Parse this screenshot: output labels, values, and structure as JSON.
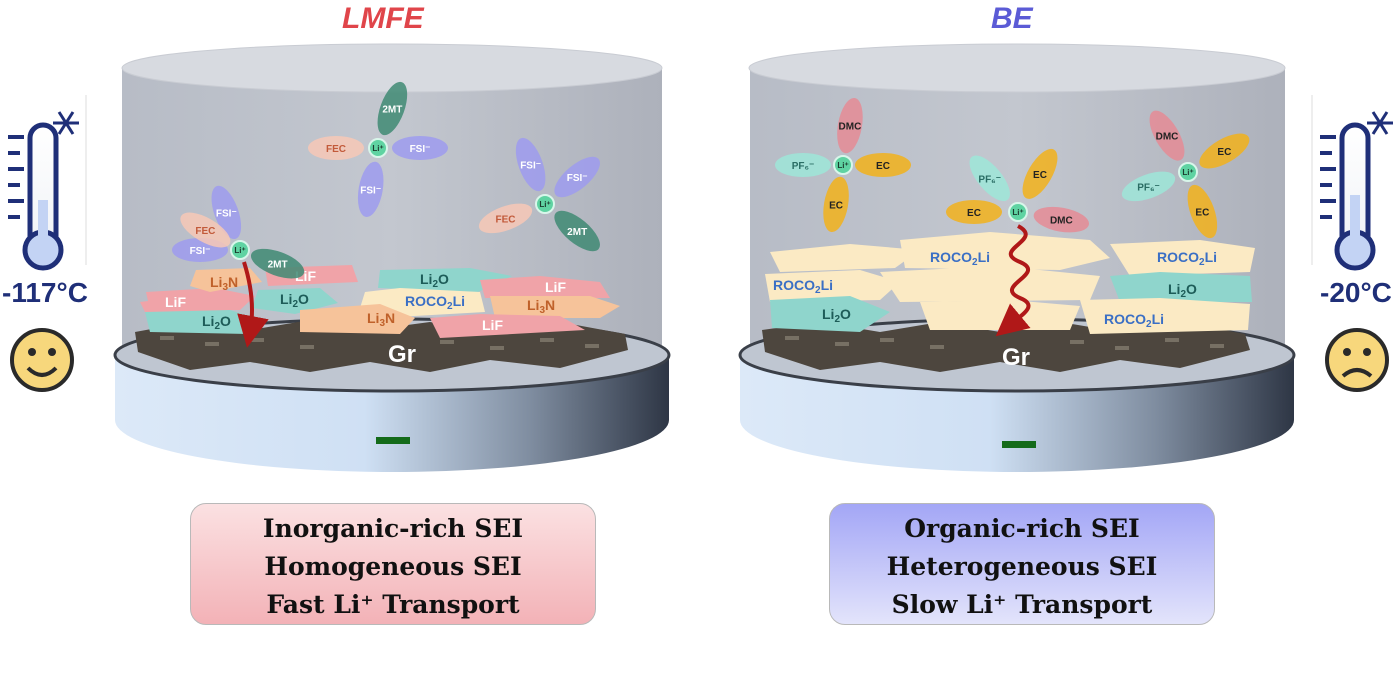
{
  "left_panel": {
    "title": "LMFE",
    "title_color": "#e0454a",
    "temperature": "-117°C",
    "mood": "happy",
    "electrode_label": "Gr",
    "solvation": [
      {
        "center": "Li⁺",
        "ligands": [
          "FEC",
          "2MT",
          "FSI⁻",
          "FSI⁻"
        ]
      },
      {
        "center": "Li⁺",
        "ligands": [
          "FSI⁻",
          "2MT",
          "FSI⁻",
          "FEC"
        ]
      },
      {
        "center": "Li⁺",
        "ligands": [
          "FSI⁻",
          "FSI⁻",
          "2MT",
          "FEC"
        ]
      }
    ],
    "sei_species": [
      "Li3N",
      "LiF",
      "Li2O",
      "LiF",
      "LiF",
      "Li2O",
      "ROCO2Li",
      "Li3N",
      "Li2O",
      "Li3N",
      "LiF"
    ],
    "captions": [
      "Inorganic-rich SEI",
      "Homogeneous SEI",
      "Fast Li⁺ Transport"
    ]
  },
  "right_panel": {
    "title": "BE",
    "title_color": "#5b5bd6",
    "temperature": "-20°C",
    "mood": "sad",
    "electrode_label": "Gr",
    "solvation": [
      {
        "center": "Li⁺",
        "ligands": [
          "DMC",
          "PF₆⁻",
          "EC",
          "EC"
        ]
      },
      {
        "center": "Li⁺",
        "ligands": [
          "PF₆⁻",
          "EC",
          "DMC",
          "EC"
        ]
      },
      {
        "center": "Li⁺",
        "ligands": [
          "DMC",
          "EC",
          "PF₆⁻",
          "EC"
        ]
      }
    ],
    "sei_species": [
      "ROCO2Li",
      "ROCO2Li",
      "ROCO2Li",
      "Li2O",
      "Li2O",
      "ROCO2Li"
    ],
    "captions": [
      "Organic-rich SEI",
      "Heterogeneous SEI",
      "Slow Li⁺ Transport"
    ]
  },
  "colors": {
    "lif": "#f0a3a8",
    "li2o": "#8fd5cc",
    "li3n": "#f6c39a",
    "roco2li": "#fbeac4",
    "fsi": "#9d9bef",
    "fec": "#f7c8b6",
    "mt": "#3f8a73",
    "dmc": "#e58b95",
    "ec": "#f2b21b",
    "pf6": "#9de6d8",
    "graphite": "#4d463e",
    "arrow": "#b01818",
    "left_caption_bg": "#f4b5ba",
    "right_caption_bg": "#a7a9f7"
  }
}
